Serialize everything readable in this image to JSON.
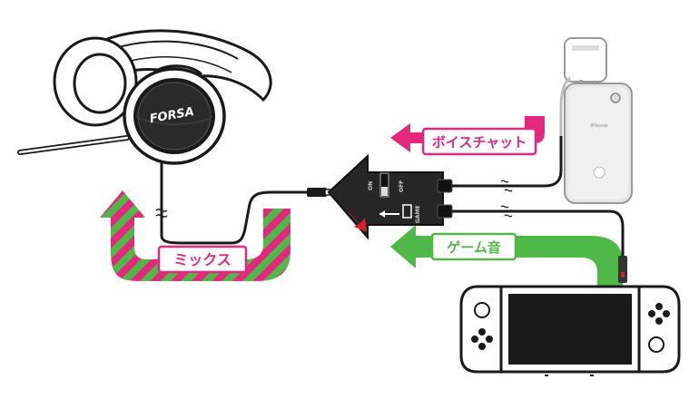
{
  "headset": {
    "brand": "FORSA"
  },
  "adapter": {
    "switch_left": "ON",
    "switch_right": "OFF",
    "port_label": "GAME"
  },
  "phone": {
    "logo_text": "iPhone"
  },
  "labels": {
    "voice_chat": "ボイスチャット",
    "game_audio": "ゲーム音",
    "mix": "ミックス"
  },
  "colors": {
    "voice_chat": "#e4287d",
    "game_audio": "#4fb849",
    "mix_stripe_a": "#e4287d",
    "mix_stripe_b": "#4fb849",
    "outline": "#1a1a1a",
    "adapter_body": "#262626",
    "adapter_accent": "#d0202e",
    "device_gray": "#e6e6e6"
  },
  "icons": [
    "headset-icon",
    "adapter-icon",
    "smartphone-icon",
    "game-console-icon",
    "arrow-icon"
  ]
}
